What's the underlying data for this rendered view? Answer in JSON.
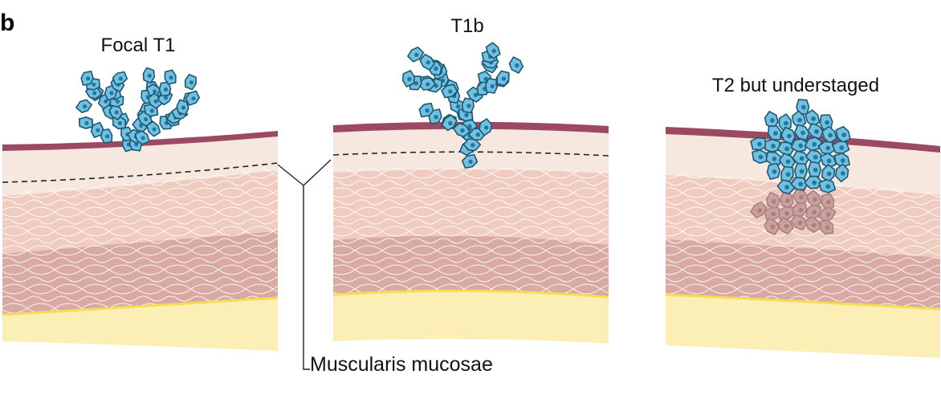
{
  "panel_label": "b",
  "panels": [
    {
      "title": "Focal T1",
      "stage": "focal-t1"
    },
    {
      "title": "T1b",
      "stage": "t1b"
    },
    {
      "title": "T2 but understaged",
      "stage": "t2-understaged"
    }
  ],
  "callout": {
    "label": "Muscularis mucosae"
  },
  "colors": {
    "urothelium": "#9c4a63",
    "lamina_propria": "#f7e8df",
    "lamina_propria_top": "#fbf2ec",
    "muscle_light": "#f0cbbf",
    "muscle_dark": "#d9a9a3",
    "fat": "#fbefb6",
    "fat_edge": "#f4dd55",
    "cell": "#72bfe0",
    "cell_stroke": "#1b5872",
    "nucleus": "#2179a3",
    "invaded_cell": "#b98c8c",
    "invaded_stroke": "#8b5f62"
  }
}
